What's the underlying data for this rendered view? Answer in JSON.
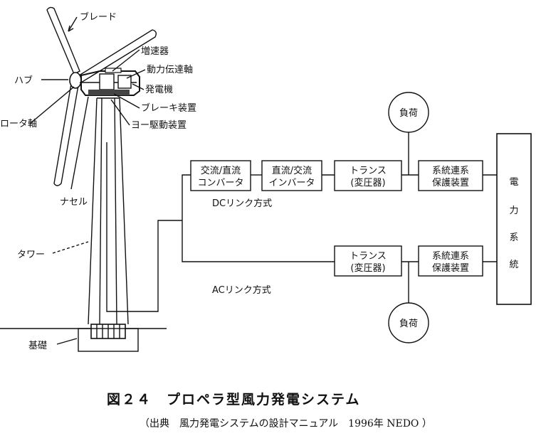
{
  "turbine_labels": {
    "blade": "ブレード",
    "gearbox": "増速器",
    "drive_shaft": "動力伝達軸",
    "hub": "ハブ",
    "generator": "発電機",
    "brake": "ブレーキ装置",
    "rotor_shaft": "ロータ軸",
    "yaw_drive": "ヨー駆動装置",
    "nacelle": "ナセル",
    "tower": "タワー",
    "foundation": "基礎"
  },
  "dc_link": {
    "label": "DCリンク方式",
    "converter": [
      "交流/直流",
      "コンバータ"
    ],
    "inverter": [
      "直流/交流",
      "インバータ"
    ],
    "transformer": [
      "トランス",
      "(変圧器)"
    ],
    "protection": [
      "系統連系",
      "保護装置"
    ],
    "load": "負荷"
  },
  "ac_link": {
    "label": "ACリンク方式",
    "transformer": [
      "トランス",
      "(変圧器)"
    ],
    "protection": [
      "系統連系",
      "保護装置"
    ],
    "load": "負荷"
  },
  "grid": [
    "電",
    "力",
    "系",
    "統"
  ],
  "caption": {
    "title": "図２４　プロペラ型風力発電システム",
    "source": "（出典　風力発電システムの設計マニュアル　1996年 NEDO ）"
  }
}
